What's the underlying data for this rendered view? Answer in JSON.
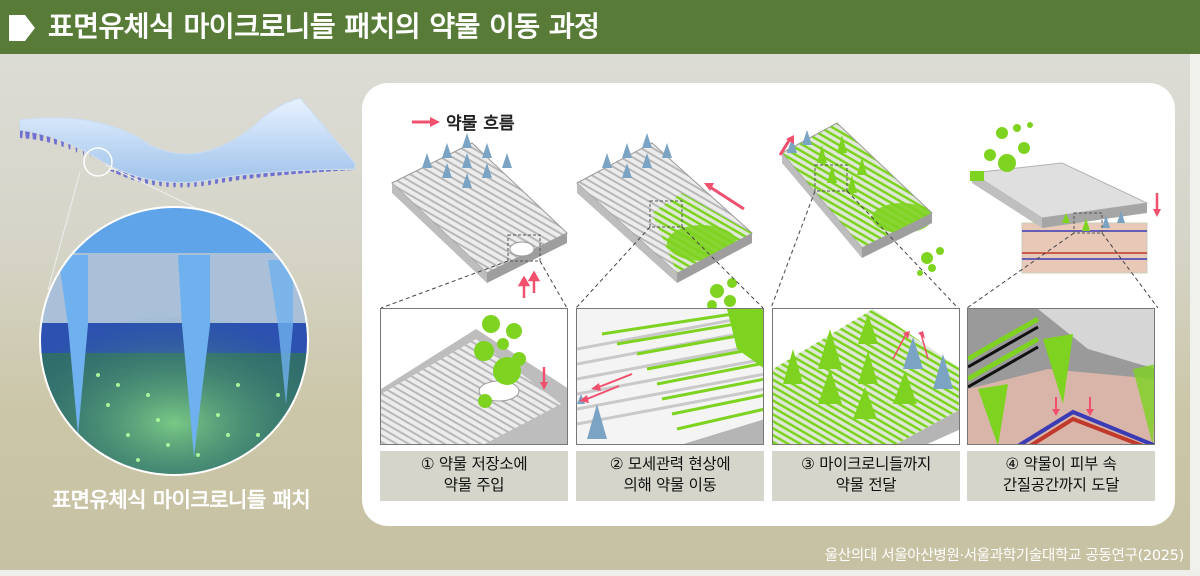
{
  "header": {
    "title": "표면유체식 마이크로니들 패치의 약물 이동 과정",
    "accent_color": "#587c38"
  },
  "left_illustration": {
    "caption": "표면유체식 마이크로니들 패치",
    "icons": [
      "microneedle-patch-render",
      "magnified-lens-view"
    ]
  },
  "panel": {
    "legend": {
      "icon": "red-arrow-icon",
      "label": "약물 흐름",
      "arrow_color": "#f0506e"
    },
    "drug_color": "#7ed321",
    "steps": [
      {
        "number": "①",
        "line1": "① 약물 저장소에",
        "line2": "약물 주입"
      },
      {
        "number": "②",
        "line1": "② 모세관력 현상에",
        "line2": "의해 약물 이동"
      },
      {
        "number": "③",
        "line1": "③ 마이크로니들까지",
        "line2": "약물 전달"
      },
      {
        "number": "④",
        "line1": "④ 약물이 피부 속",
        "line2": "간질공간까지 도달"
      }
    ]
  },
  "footer": {
    "credit": "울산의대 서울아산병원·서울과학기술대학교 공동연구(2025)"
  }
}
